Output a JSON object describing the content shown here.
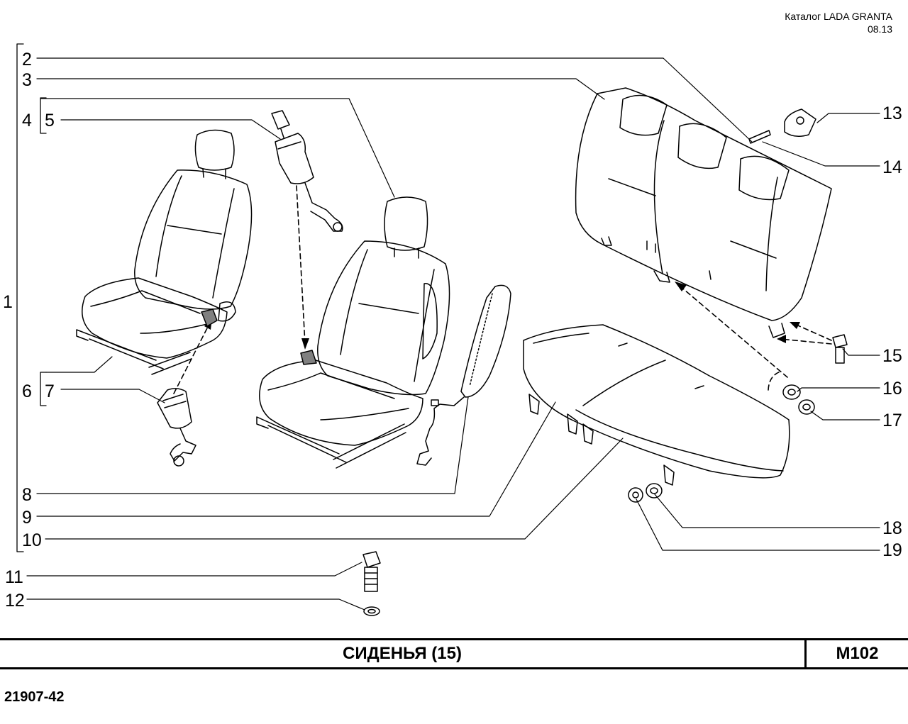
{
  "header": {
    "catalog": "Каталог  LADA  GRANTA",
    "date": "08.13"
  },
  "title_block": {
    "title": "СИДЕНЬЯ (15)",
    "code": "M102"
  },
  "footer": {
    "model": "21907-42"
  },
  "callouts": [
    "1",
    "2",
    "3",
    "4",
    "5",
    "6",
    "7",
    "8",
    "9",
    "10",
    "11",
    "12",
    "13",
    "14",
    "15",
    "16",
    "17",
    "18",
    "19"
  ]
}
